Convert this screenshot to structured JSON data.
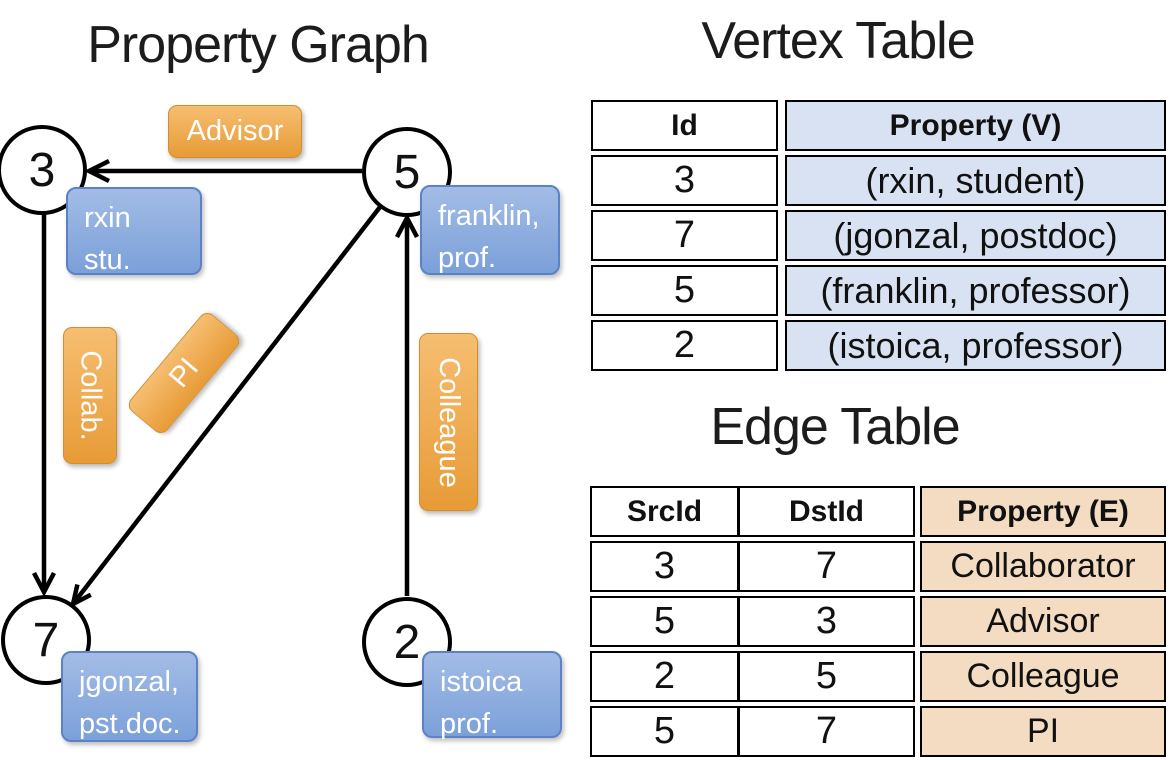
{
  "graph": {
    "title": "Property Graph",
    "nodes": [
      {
        "id": "3",
        "label_line1": "rxin",
        "label_line2": "stu."
      },
      {
        "id": "5",
        "label_line1": "franklin,",
        "label_line2": "prof."
      },
      {
        "id": "7",
        "label_line1": "jgonzal,",
        "label_line2": "pst.doc."
      },
      {
        "id": "2",
        "label_line1": "istoica",
        "label_line2": "prof."
      }
    ],
    "edge_labels": {
      "advisor": "Advisor",
      "collab": "Collab.",
      "pi": "PI",
      "colleague": "Colleague"
    }
  },
  "vertex_table": {
    "title": "Vertex Table",
    "columns": {
      "id": "Id",
      "property": "Property (V)"
    },
    "rows": [
      {
        "id": "3",
        "property": "(rxin, student)"
      },
      {
        "id": "7",
        "property": "(jgonzal, postdoc)"
      },
      {
        "id": "5",
        "property": "(franklin, professor)"
      },
      {
        "id": "2",
        "property": "(istoica, professor)"
      }
    ]
  },
  "edge_table": {
    "title": "Edge Table",
    "columns": {
      "src": "SrcId",
      "dst": "DstId",
      "property": "Property (E)"
    },
    "rows": [
      {
        "src": "3",
        "dst": "7",
        "property": "Collaborator"
      },
      {
        "src": "5",
        "dst": "3",
        "property": "Advisor"
      },
      {
        "src": "2",
        "dst": "5",
        "property": "Colleague"
      },
      {
        "src": "5",
        "dst": "7",
        "property": "PI"
      }
    ]
  },
  "colors": {
    "edge_box_top": "#f6be71",
    "edge_box_bottom": "#e89b37",
    "vertex_box_top": "#a3bce6",
    "vertex_box_bottom": "#7ba0d9",
    "vertex_table_fill": "#d9e2f3",
    "edge_table_fill": "#f3dcc2",
    "line": "#000000"
  }
}
